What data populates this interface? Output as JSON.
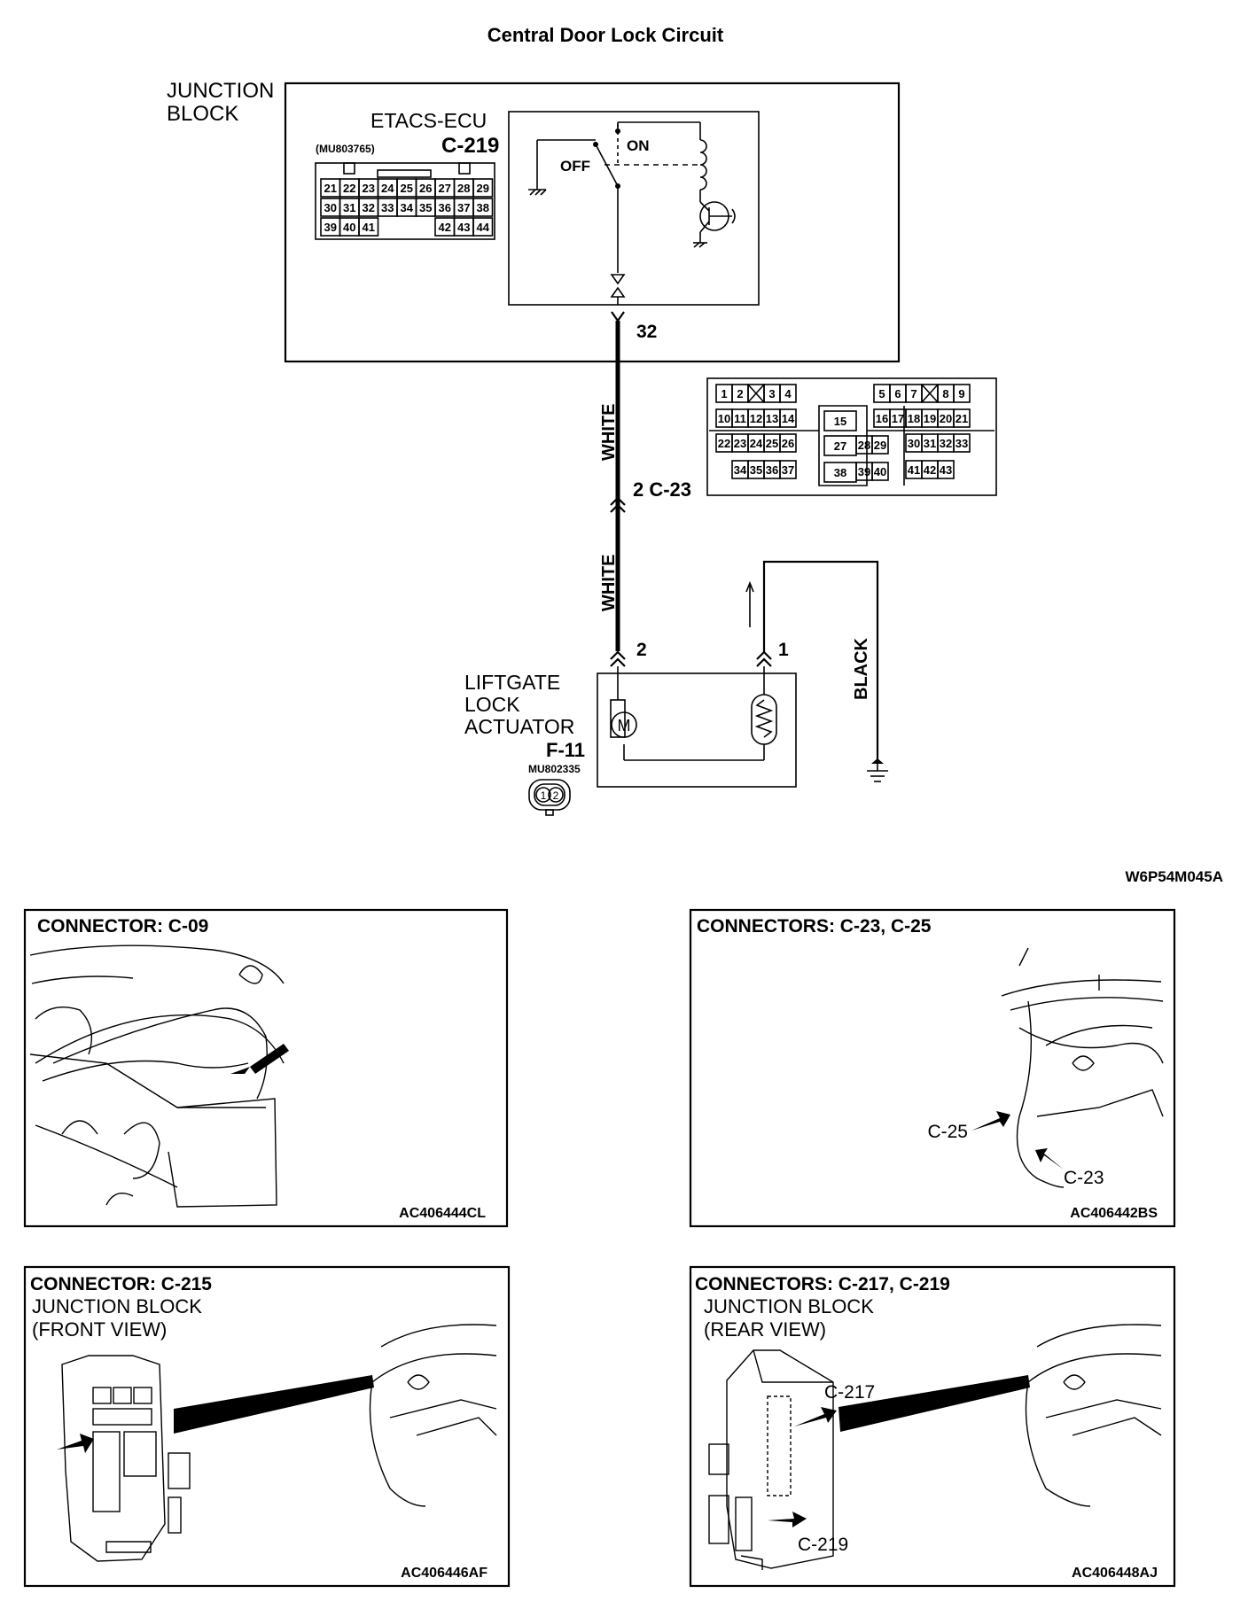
{
  "title": "Central Door Lock Circuit",
  "junction_block": {
    "label_line1": "JUNCTION",
    "label_line2": "BLOCK"
  },
  "ecu": {
    "name": "ETACS-ECU",
    "connector": "C-219",
    "part_no": "(MU803765)",
    "switch_on": "ON",
    "switch_off": "OFF",
    "pin_out": "32",
    "pins": [
      [
        "21",
        "22",
        "23",
        "24",
        "25",
        "26",
        "27",
        "28",
        "29"
      ],
      [
        "30",
        "31",
        "32",
        "33",
        "34",
        "35",
        "36",
        "37",
        "38"
      ],
      [
        "39",
        "40",
        "41",
        "42",
        "43",
        "44"
      ]
    ]
  },
  "connector_c23": {
    "label": "2  C-23",
    "pins_row1": [
      "1",
      "2",
      "3",
      "4",
      "5",
      "6",
      "7",
      "8",
      "9"
    ],
    "pins_row2": [
      "10",
      "11",
      "12",
      "13",
      "14",
      "15",
      "16",
      "17",
      "18",
      "19",
      "20",
      "21"
    ],
    "pins_row3": [
      "22",
      "23",
      "24",
      "25",
      "26",
      "27",
      "28",
      "29",
      "30",
      "31",
      "32",
      "33"
    ],
    "pins_row4": [
      "34",
      "35",
      "36",
      "37",
      "38",
      "39",
      "40",
      "41",
      "42",
      "43"
    ]
  },
  "wires": {
    "white_upper": "WHITE",
    "white_lower": "WHITE",
    "black": "BLACK"
  },
  "actuator": {
    "line1": "LIFTGATE",
    "line2": "LOCK",
    "line3": "ACTUATOR",
    "connector": "F-11",
    "part_no": "MU802335",
    "pin_left": "2",
    "pin_right": "1",
    "motor_symbol": "M",
    "plug_pins": [
      "1",
      "2"
    ]
  },
  "figure_code": "W6P54M045A",
  "panels": [
    {
      "title": "CONNECTOR: C-09",
      "code": "AC406444CL"
    },
    {
      "title": "CONNECTORS: C-23, C-25",
      "code": "AC406442BS",
      "callouts": [
        "C-25",
        "C-23"
      ]
    },
    {
      "title": "CONNECTOR: C-215",
      "sub1": "JUNCTION BLOCK",
      "sub2": "(FRONT VIEW)",
      "code": "AC406446AF"
    },
    {
      "title": "CONNECTORS: C-217, C-219",
      "sub1": "JUNCTION BLOCK",
      "sub2": "(REAR VIEW)",
      "code": "AC406448AJ",
      "callouts": [
        "C-217",
        "C-219"
      ]
    }
  ]
}
